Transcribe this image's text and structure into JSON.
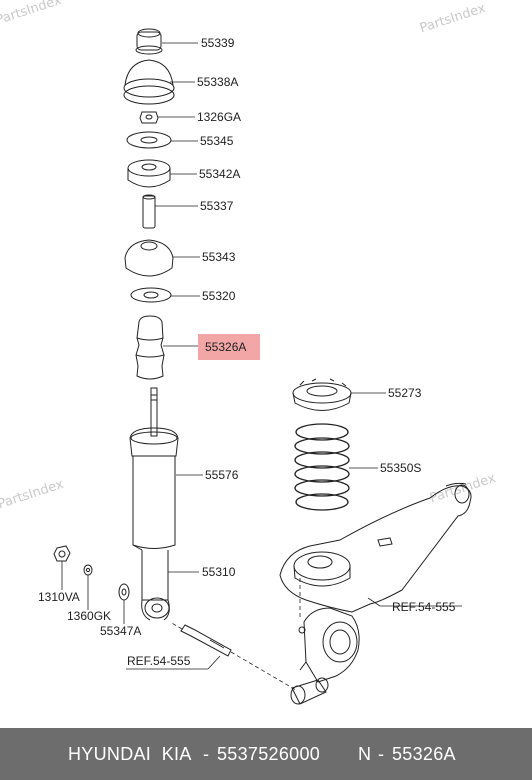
{
  "watermarks": [
    "PartsIndex",
    "PartsIndex",
    "PartsIndex",
    "PartsIndex"
  ],
  "parts": [
    {
      "code": "55339"
    },
    {
      "code": "55338A"
    },
    {
      "code": "1326GA"
    },
    {
      "code": "55345"
    },
    {
      "code": "55342A"
    },
    {
      "code": "55337"
    },
    {
      "code": "55343"
    },
    {
      "code": "55320"
    },
    {
      "code": "55326A",
      "highlighted": true
    },
    {
      "code": "55273"
    },
    {
      "code": "55576"
    },
    {
      "code": "55350S"
    },
    {
      "code": "55310"
    },
    {
      "code": "1310VA"
    },
    {
      "code": "1360GK"
    },
    {
      "code": "55347A"
    }
  ],
  "refs": [
    "REF.54-555",
    "REF.54-555"
  ],
  "footer": {
    "brand": "HYUNDAI  KIA",
    "sep1": "-",
    "part_number": "5537526000",
    "n_label": "N",
    "sep2": "-",
    "catalog_code": "55326A"
  },
  "colors": {
    "highlight": "#f3a6a6",
    "footer_bg": "#6d6d6d",
    "line": "#222222"
  }
}
